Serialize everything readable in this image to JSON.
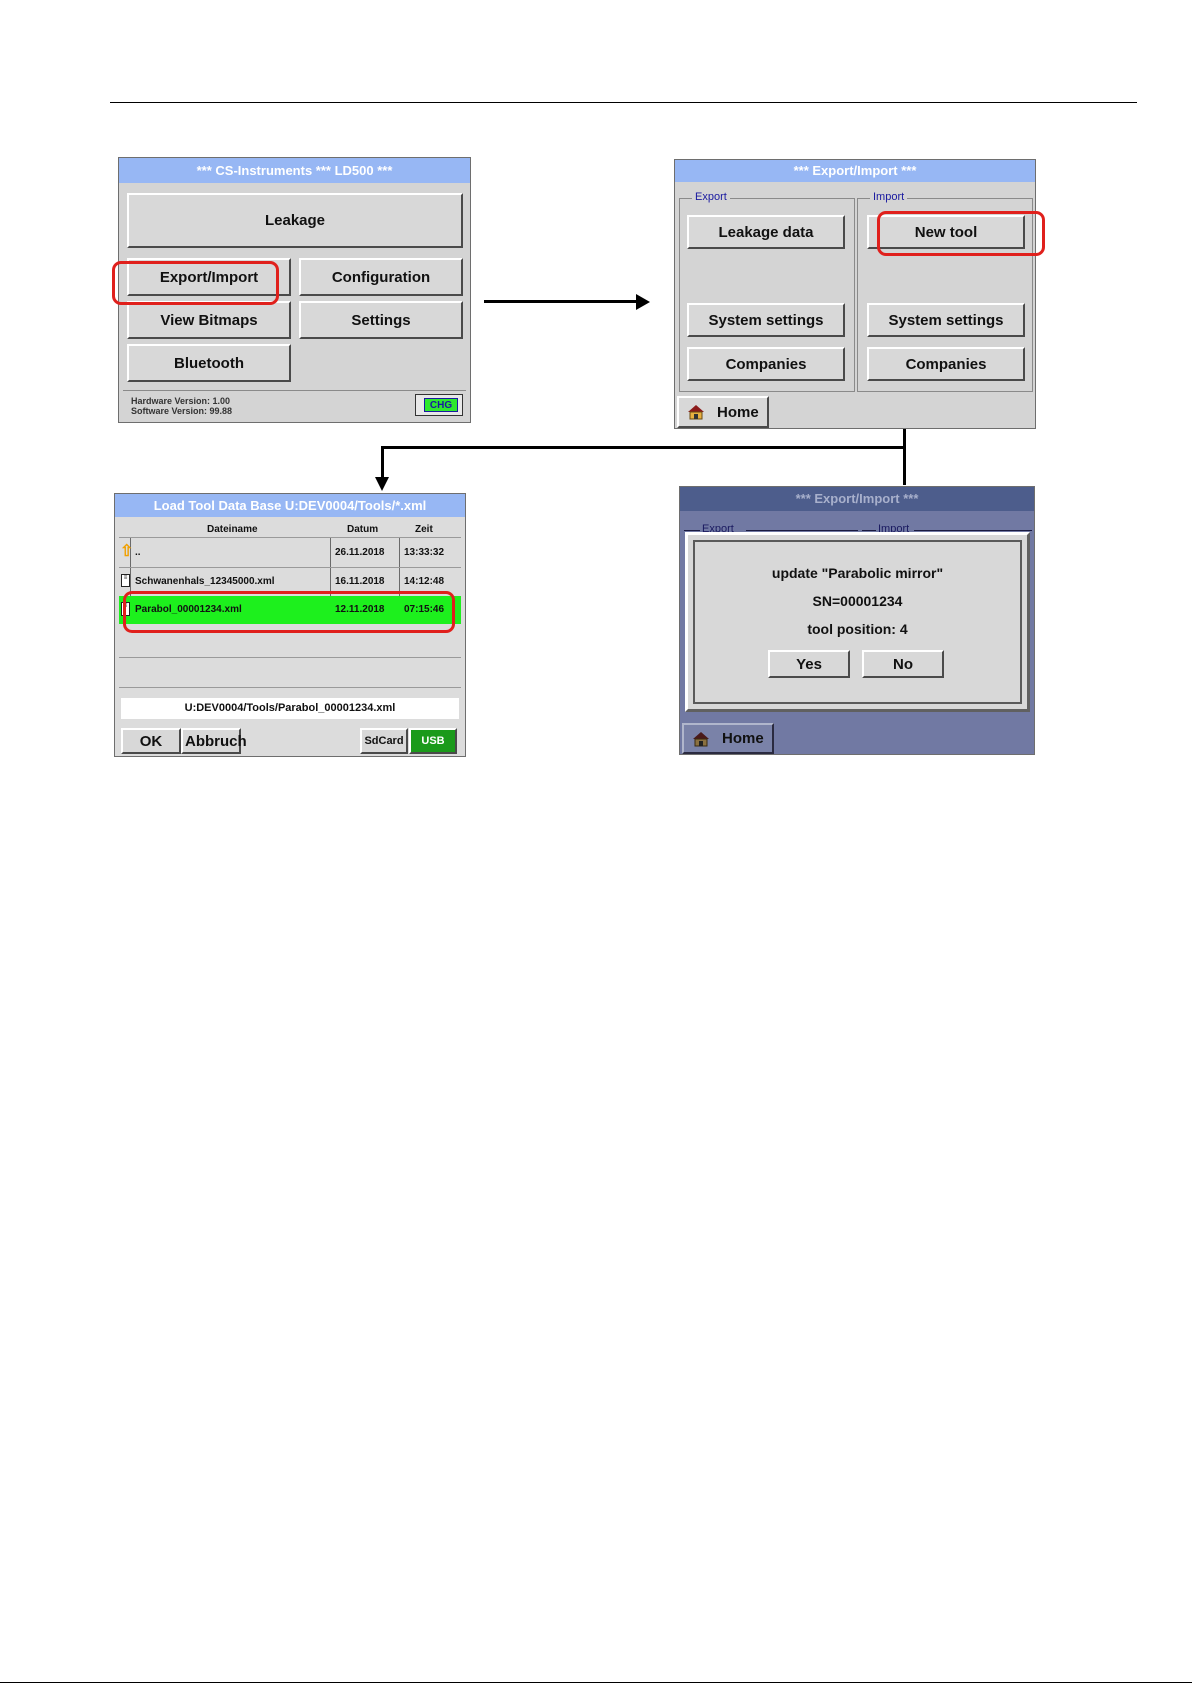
{
  "screen1": {
    "title": "***  CS-Instruments  ***  LD500  ***",
    "leakage": "Leakage",
    "export_import": "Export/Import",
    "configuration": "Configuration",
    "view_bitmaps": "View Bitmaps",
    "settings": "Settings",
    "bluetooth": "Bluetooth",
    "hardware_version": "Hardware Version: 1.00",
    "software_version": "Software Version: 99.88",
    "battery": "CHG"
  },
  "screen2": {
    "title": "***  Export/Import  ***",
    "export_label": "Export",
    "import_label": "Import",
    "leakage_data": "Leakage data",
    "new_tool": "New tool",
    "system_settings_export": "System settings",
    "system_settings_import": "System settings",
    "companies_export": "Companies",
    "companies_import": "Companies",
    "home": "Home"
  },
  "screen3": {
    "title": "Load Tool Data Base U:DEV0004/Tools/*.xml",
    "columns": [
      "Dateiname",
      "Datum",
      "Zeit"
    ],
    "rows": [
      {
        "name": "..",
        "date": "26.11.2018",
        "time": "13:33:32"
      },
      {
        "name": "Schwanenhals_12345000.xml",
        "date": "16.11.2018",
        "time": "14:12:48"
      },
      {
        "name": "Parabol_00001234.xml",
        "date": "12.11.2018",
        "time": "07:15:46"
      }
    ],
    "path": "U:DEV0004/Tools/Parabol_00001234.xml",
    "ok": "OK",
    "cancel": "Abbruch",
    "sdcard": "SdCard",
    "usb": "USB"
  },
  "screen4": {
    "title": "***  Export/Import  ***",
    "export_label": "Export",
    "import_label": "Import",
    "line1": "update \"Parabolic mirror\"",
    "line2": "SN=00001234",
    "line3": "tool position: 4",
    "yes": "Yes",
    "no": "No",
    "home": "Home"
  },
  "colors": {
    "titlebar": "#97b7f4",
    "highlight": "#e0201c",
    "selected_row": "#1df01d",
    "usb_active": "#1a9a1a",
    "dimmed_titlebar": "#4d5d8c"
  }
}
